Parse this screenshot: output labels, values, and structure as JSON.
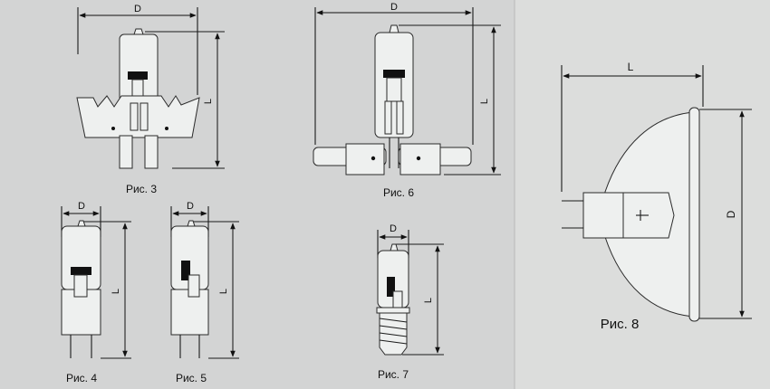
{
  "colors": {
    "background": "#d3d4d4",
    "panel_right": "#dcdddc",
    "ink": "#111111",
    "lamp_fill": "#eef0ef"
  },
  "figures": {
    "fig3": {
      "caption": "Рис. 3",
      "dim_width": "D",
      "dim_height": "L"
    },
    "fig4": {
      "caption": "Рис. 4",
      "dim_width": "D",
      "dim_height": "L"
    },
    "fig5": {
      "caption": "Рис. 5",
      "dim_width": "D",
      "dim_height": "L"
    },
    "fig6": {
      "caption": "Рис. 6",
      "dim_width": "D",
      "dim_height": "L"
    },
    "fig7": {
      "caption": "Рис. 7",
      "dim_width": "D",
      "dim_height": "L"
    },
    "fig8": {
      "caption": "Рис. 8",
      "dim_width": "L",
      "dim_height": "D"
    }
  }
}
